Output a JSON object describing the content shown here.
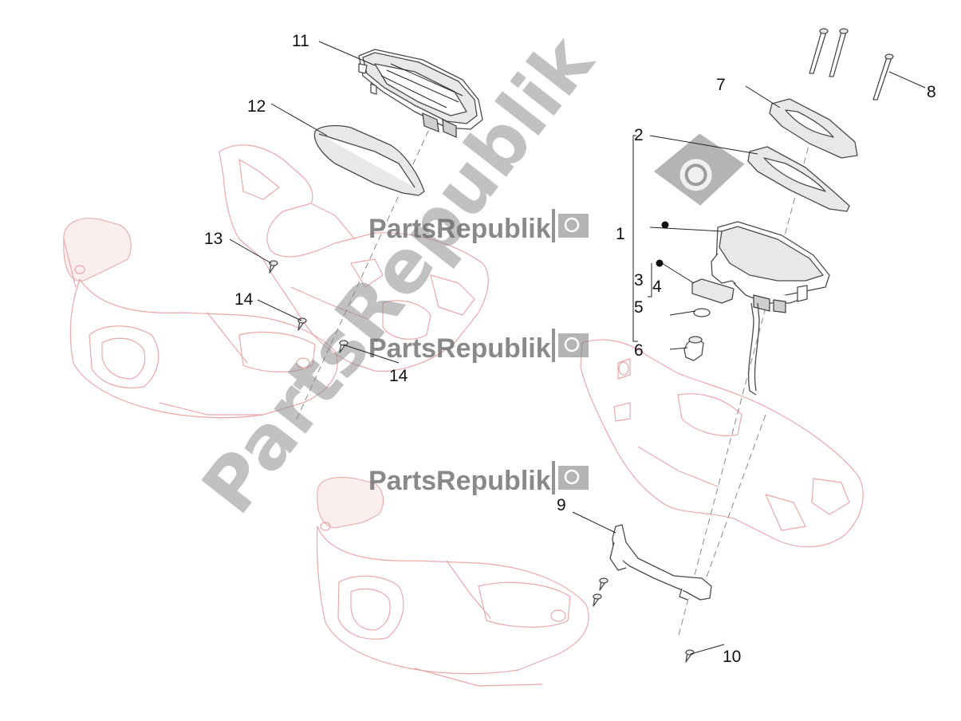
{
  "watermark": {
    "large_text": "PartsRepublik",
    "small_text": "PartsRepublik",
    "color": "#8f8f8f"
  },
  "callouts": {
    "c1": "1",
    "c2": "2",
    "c3": "3",
    "c4": "4",
    "c5": "5",
    "c6": "6",
    "c7": "7",
    "c8": "8",
    "c9": "9",
    "c10": "10",
    "c11": "11",
    "c12": "12",
    "c13": "13",
    "c14a": "14",
    "c14b": "14"
  },
  "colors": {
    "part_outline": "#4a4a4a",
    "reference_outline": "#e9a9a9",
    "leader": "#222222"
  }
}
